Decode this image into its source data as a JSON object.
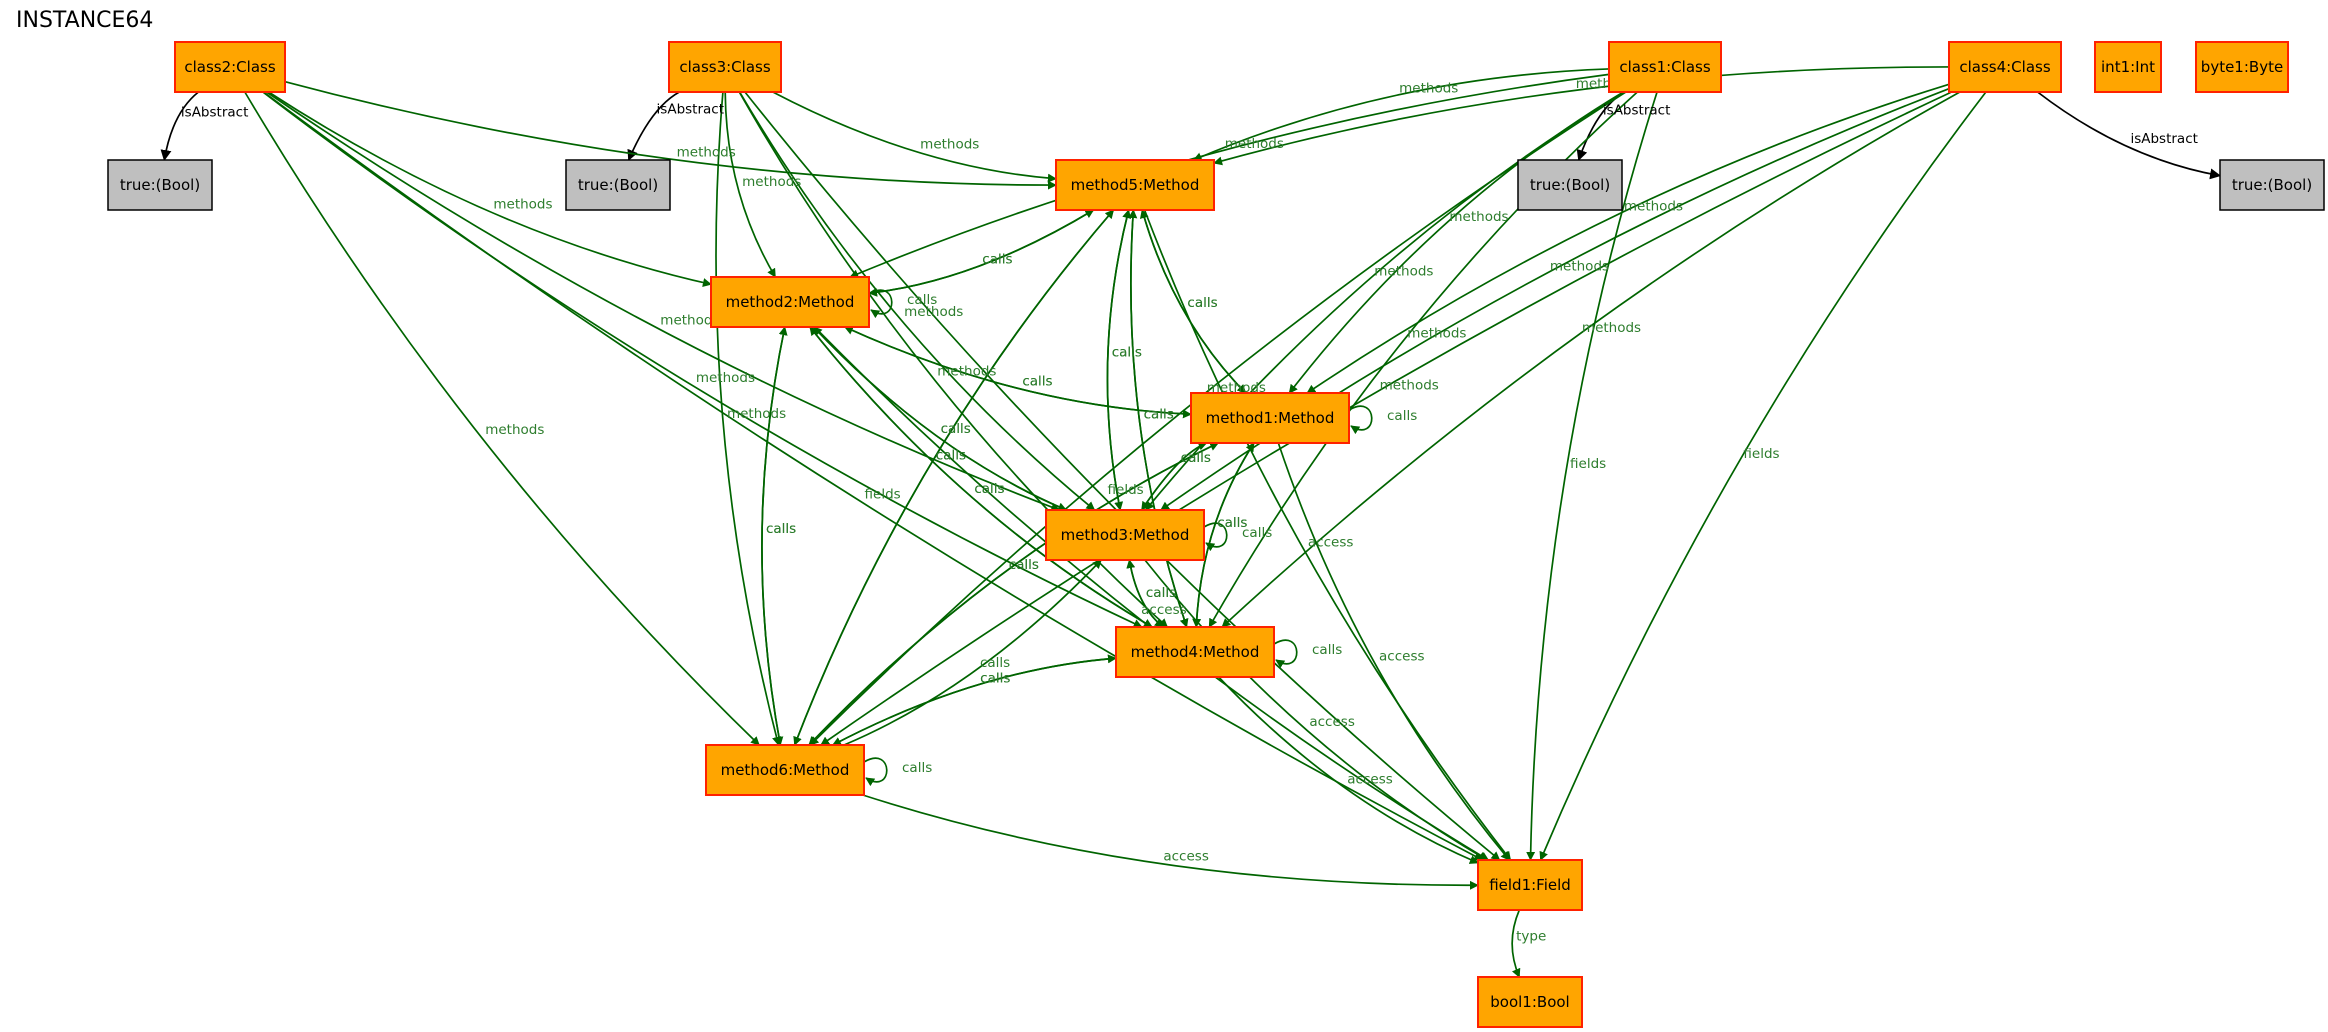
{
  "title": "INSTANCE64",
  "colors": {
    "node_fill": "#ffa500",
    "node_border": "#ff2200",
    "bool_fill": "#bfbfbf",
    "bool_border": "#000000",
    "edge_green": "#006400",
    "label_green": "#2d7d2d",
    "edge_black": "#000000"
  },
  "nodes": [
    {
      "id": "class2",
      "label": "class2:Class",
      "kind": "class"
    },
    {
      "id": "class3",
      "label": "class3:Class",
      "kind": "class"
    },
    {
      "id": "class1",
      "label": "class1:Class",
      "kind": "class"
    },
    {
      "id": "class4",
      "label": "class4:Class",
      "kind": "class"
    },
    {
      "id": "int1",
      "label": "int1:Int",
      "kind": "class"
    },
    {
      "id": "byte1",
      "label": "byte1:Byte",
      "kind": "class"
    },
    {
      "id": "bool_c2",
      "label": "true:(Bool)",
      "kind": "bool"
    },
    {
      "id": "bool_c3",
      "label": "true:(Bool)",
      "kind": "bool"
    },
    {
      "id": "bool_c1",
      "label": "true:(Bool)",
      "kind": "bool"
    },
    {
      "id": "bool_c4",
      "label": "true:(Bool)",
      "kind": "bool"
    },
    {
      "id": "method5",
      "label": "method5:Method",
      "kind": "class"
    },
    {
      "id": "method2",
      "label": "method2:Method",
      "kind": "class"
    },
    {
      "id": "method1",
      "label": "method1:Method",
      "kind": "class"
    },
    {
      "id": "method3",
      "label": "method3:Method",
      "kind": "class"
    },
    {
      "id": "method4",
      "label": "method4:Method",
      "kind": "class"
    },
    {
      "id": "method6",
      "label": "method6:Method",
      "kind": "class"
    },
    {
      "id": "field1",
      "label": "field1:Field",
      "kind": "class"
    },
    {
      "id": "bool1",
      "label": "bool1:Bool",
      "kind": "class"
    }
  ],
  "edges": [
    {
      "from": "class2",
      "to": "bool_c2",
      "label": "isAbstract"
    },
    {
      "from": "class3",
      "to": "bool_c3",
      "label": "isAbstract"
    },
    {
      "from": "class1",
      "to": "bool_c1",
      "label": "isAbstract"
    },
    {
      "from": "class4",
      "to": "bool_c4",
      "label": "isAbstract"
    },
    {
      "from": "class2",
      "to": "method5",
      "label": "methods"
    },
    {
      "from": "class2",
      "to": "method2",
      "label": "methods"
    },
    {
      "from": "class2",
      "to": "method3",
      "label": "methods"
    },
    {
      "from": "class2",
      "to": "method4",
      "label": "methods"
    },
    {
      "from": "class2",
      "to": "method6",
      "label": "methods"
    },
    {
      "from": "class2",
      "to": "field1",
      "label": "fields"
    },
    {
      "from": "class3",
      "to": "method5",
      "label": "methods"
    },
    {
      "from": "class3",
      "to": "method2",
      "label": "methods"
    },
    {
      "from": "class3",
      "to": "method3",
      "label": "methods"
    },
    {
      "from": "class3",
      "to": "method4",
      "label": "methods"
    },
    {
      "from": "class3",
      "to": "method6",
      "label": "methods"
    },
    {
      "from": "class3",
      "to": "field1",
      "label": "fields"
    },
    {
      "from": "class1",
      "to": "method5",
      "label": "methods"
    },
    {
      "from": "class1",
      "to": "method2",
      "label": "methods"
    },
    {
      "from": "class1",
      "to": "method1",
      "label": "methods"
    },
    {
      "from": "class1",
      "to": "method3",
      "label": "methods"
    },
    {
      "from": "class1",
      "to": "method4",
      "label": "methods"
    },
    {
      "from": "class1",
      "to": "method6",
      "label": "methods"
    },
    {
      "from": "class1",
      "to": "field1",
      "label": "fields"
    },
    {
      "from": "class4",
      "to": "method5",
      "label": "methods"
    },
    {
      "from": "class4",
      "to": "method1",
      "label": "methods"
    },
    {
      "from": "class4",
      "to": "method3",
      "label": "methods"
    },
    {
      "from": "class4",
      "to": "method4",
      "label": "methods"
    },
    {
      "from": "class4",
      "to": "method6",
      "label": "methods"
    },
    {
      "from": "class4",
      "to": "field1",
      "label": "fields"
    },
    {
      "from": "method2",
      "to": "method2",
      "label": "calls"
    },
    {
      "from": "method2",
      "to": "method5",
      "label": "calls"
    },
    {
      "from": "method5",
      "to": "method2",
      "label": "calls"
    },
    {
      "from": "method2",
      "to": "method1",
      "label": "calls"
    },
    {
      "from": "method1",
      "to": "method2",
      "label": "calls"
    },
    {
      "from": "method2",
      "to": "method3",
      "label": "calls"
    },
    {
      "from": "method3",
      "to": "method2",
      "label": "calls"
    },
    {
      "from": "method2",
      "to": "method6",
      "label": "calls"
    },
    {
      "from": "method6",
      "to": "method2",
      "label": "calls"
    },
    {
      "from": "method2",
      "to": "method4",
      "label": "calls"
    },
    {
      "from": "method4",
      "to": "method2",
      "label": "calls"
    },
    {
      "from": "method2",
      "to": "field1",
      "label": "access"
    },
    {
      "from": "method5",
      "to": "method1",
      "label": "calls"
    },
    {
      "from": "method1",
      "to": "method5",
      "label": "calls"
    },
    {
      "from": "method5",
      "to": "method3",
      "label": "calls"
    },
    {
      "from": "method3",
      "to": "method5",
      "label": "calls"
    },
    {
      "from": "method5",
      "to": "method4",
      "label": "calls"
    },
    {
      "from": "method4",
      "to": "method5",
      "label": "calls"
    },
    {
      "from": "method5",
      "to": "method6",
      "label": "calls"
    },
    {
      "from": "method6",
      "to": "method5",
      "label": "calls"
    },
    {
      "from": "method5",
      "to": "field1",
      "label": "access"
    },
    {
      "from": "method1",
      "to": "method1",
      "label": "calls"
    },
    {
      "from": "method1",
      "to": "method3",
      "label": "calls"
    },
    {
      "from": "method3",
      "to": "method1",
      "label": "calls"
    },
    {
      "from": "method1",
      "to": "method4",
      "label": "calls"
    },
    {
      "from": "method4",
      "to": "method1",
      "label": "calls"
    },
    {
      "from": "method1",
      "to": "method6",
      "label": "calls"
    },
    {
      "from": "method6",
      "to": "method1",
      "label": "calls"
    },
    {
      "from": "method1",
      "to": "field1",
      "label": "access"
    },
    {
      "from": "method3",
      "to": "method3",
      "label": "calls"
    },
    {
      "from": "method3",
      "to": "method4",
      "label": "calls"
    },
    {
      "from": "method4",
      "to": "method3",
      "label": "calls"
    },
    {
      "from": "method6",
      "to": "method3",
      "label": "calls"
    },
    {
      "from": "method3",
      "to": "field1",
      "label": "access"
    },
    {
      "from": "method4",
      "to": "method4",
      "label": "calls"
    },
    {
      "from": "method4",
      "to": "method6",
      "label": "calls"
    },
    {
      "from": "method6",
      "to": "method4",
      "label": "calls"
    },
    {
      "from": "method4",
      "to": "field1",
      "label": "access"
    },
    {
      "from": "method6",
      "to": "method6",
      "label": "calls"
    },
    {
      "from": "method6",
      "to": "field1",
      "label": "access"
    },
    {
      "from": "field1",
      "to": "bool1",
      "label": "type"
    }
  ]
}
